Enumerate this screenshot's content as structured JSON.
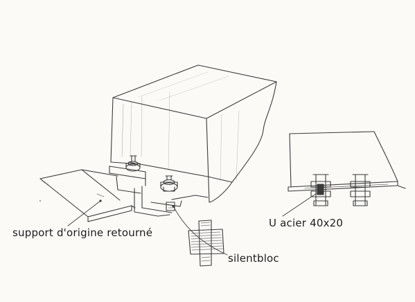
{
  "labels": {
    "support": "support d'origine retourné",
    "silentbloc": "silentbloc",
    "u_acier": "U acier 40x20"
  },
  "colors": {
    "paper": "#fbfaf7",
    "pencil": "#3a3a3a",
    "shade": "#555555"
  }
}
